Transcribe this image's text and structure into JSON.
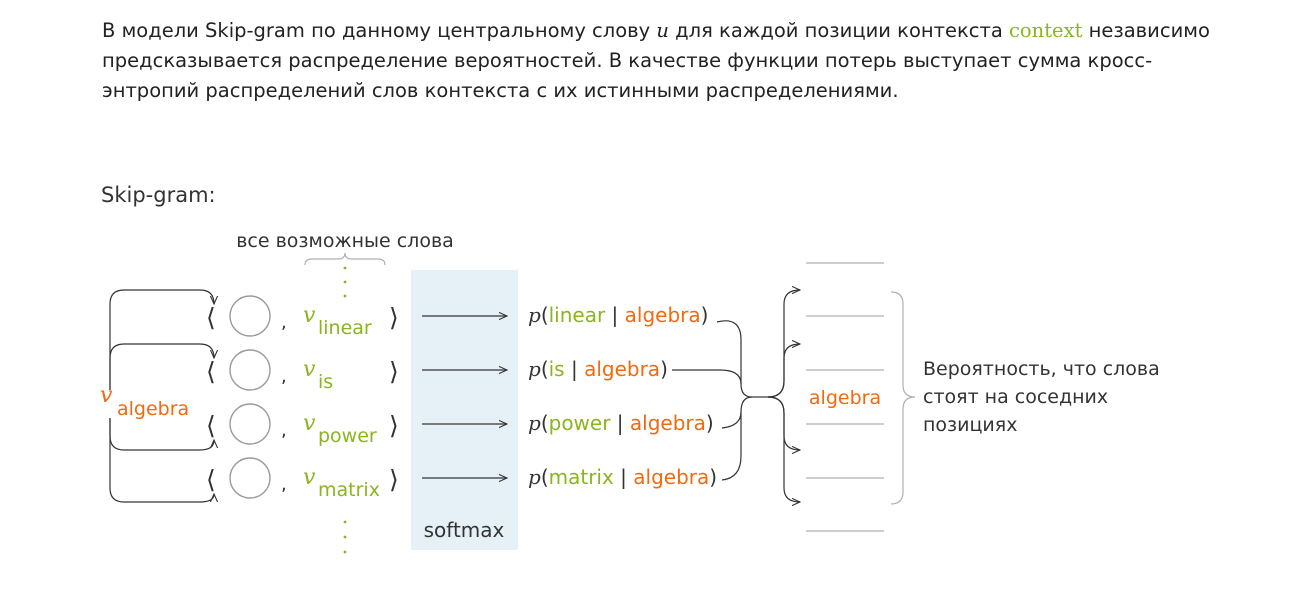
{
  "paragraph": {
    "p1": "В модели Skip-gram по данному центральному слову ",
    "var_u": "u",
    "p2": " для каждой позиции контекста ",
    "context_word": "context",
    "p3": " независимо предсказывается распределение вероятностей. В качестве функции потерь выступает сумма кросс-энтропий распределений слов контекста с их истинными распределениями."
  },
  "diagram": {
    "title": "Skip-gram:",
    "all_words_label": "все возможные слова",
    "v": "v",
    "p": "p",
    "comma": ",",
    "center_word": "algebra",
    "rows": [
      {
        "word": "linear"
      },
      {
        "word": "is"
      },
      {
        "word": "power"
      },
      {
        "word": "matrix"
      }
    ],
    "softmax_label": "softmax",
    "right_word": "algebra",
    "probability_label_lines": [
      "Вероятность, что слова",
      "стоят на соседних",
      "позициях"
    ],
    "colors": {
      "word_green": "#8ab51f",
      "center_orange": "#f06a11",
      "softmax_bg": "#e6f1f7",
      "line_gray": "#b0b0b0",
      "text_dark": "#333333"
    }
  }
}
